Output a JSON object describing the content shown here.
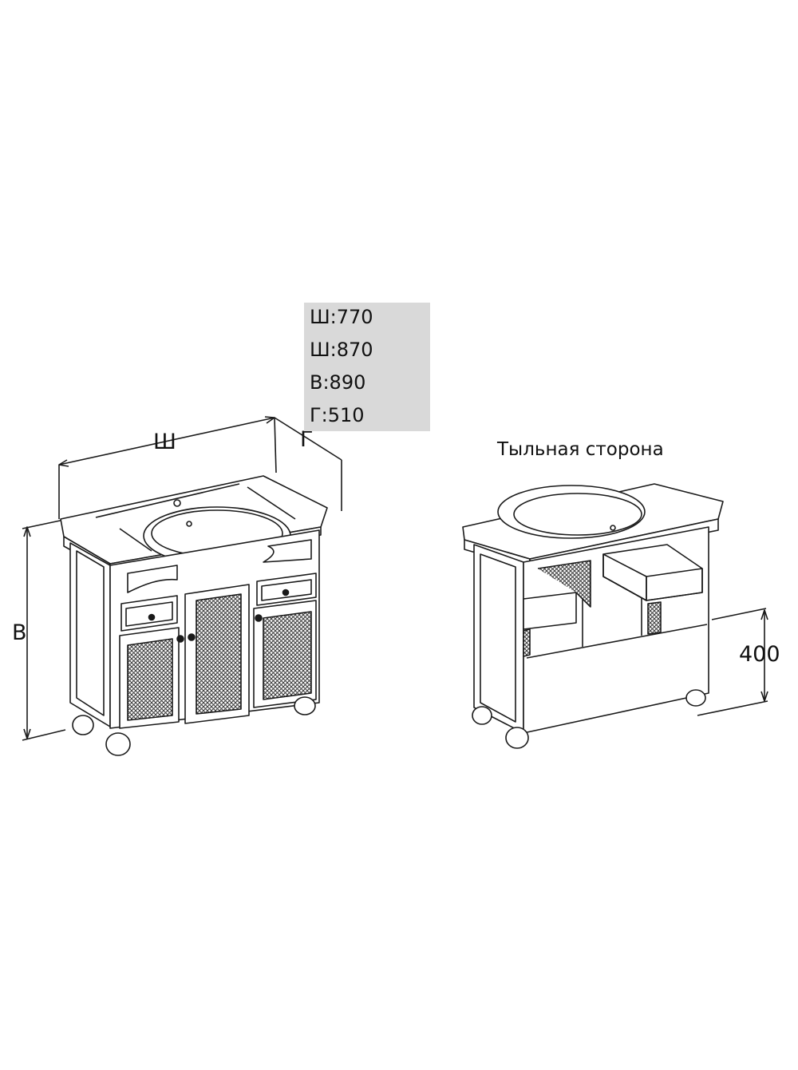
{
  "dimensions_box": {
    "rows": [
      "Ш:770",
      "Ш:870",
      "В:890",
      "Г:510"
    ],
    "background": "#d9d9d9"
  },
  "labels": {
    "width": "Ш",
    "depth": "Г",
    "height": "В",
    "back_height": "400"
  },
  "back_view": {
    "caption": "Тыльная сторона"
  },
  "colors": {
    "line": "#1a1a1a",
    "mesh": "#4a4a4a"
  }
}
